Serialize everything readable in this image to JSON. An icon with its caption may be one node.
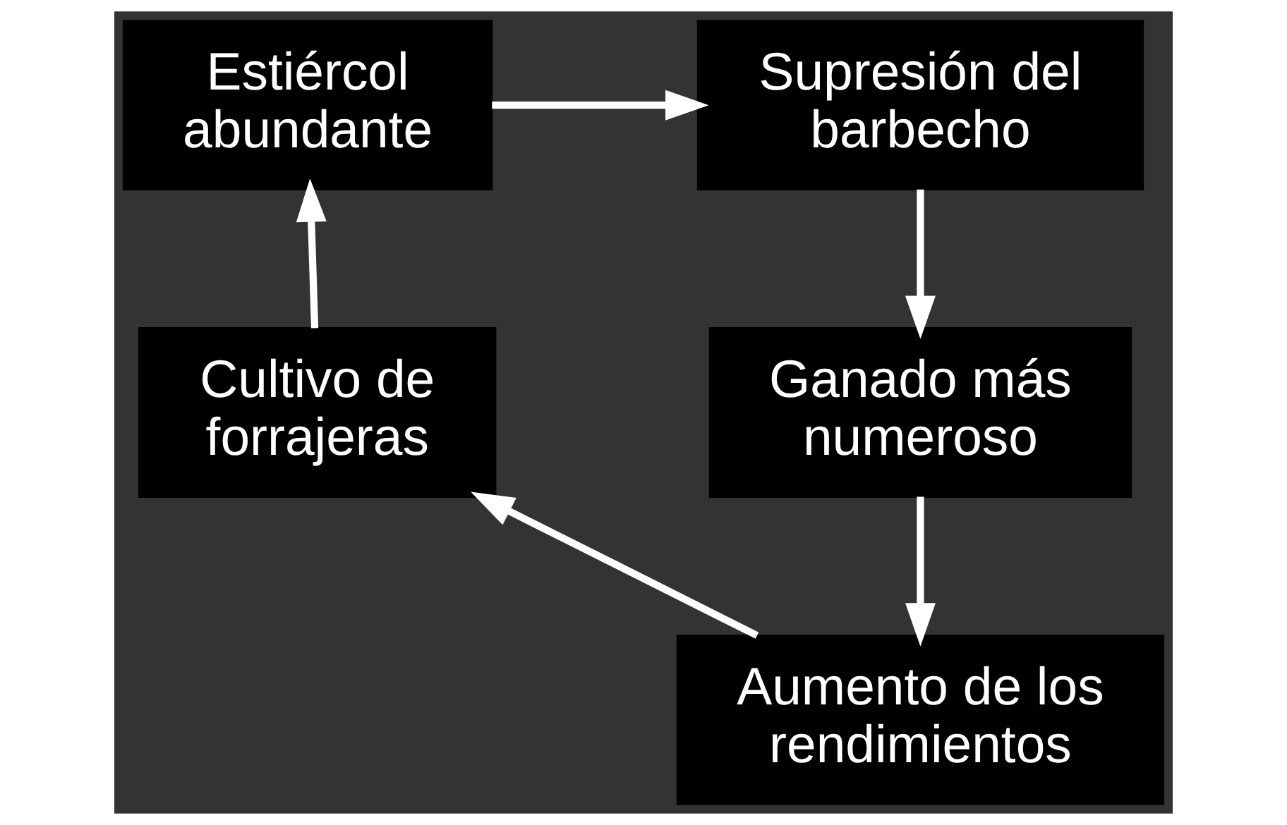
{
  "diagram": {
    "nodes": [
      {
        "text": [
          "Estiércol abundante"
        ]
      },
      {
        "text": [
          "Supresión del barbecho"
        ]
      },
      {
        "text": [
          "Ganado más numeroso"
        ]
      },
      {
        "text": [
          "Aumento de los rendimientos"
        ]
      },
      {
        "text": [
          "Cultivo de forrajeras"
        ]
      }
    ],
    "edges": [
      {
        "from": 0,
        "to": 1,
        "arrow": "to"
      },
      {
        "from": 1,
        "to": 2,
        "arrow": "to"
      },
      {
        "from": 2,
        "to": 3,
        "arrow": "to"
      },
      {
        "from": 3,
        "to": 4,
        "arrow": "to"
      },
      {
        "from": 4,
        "to": 0,
        "arrow": "to"
      }
    ]
  }
}
